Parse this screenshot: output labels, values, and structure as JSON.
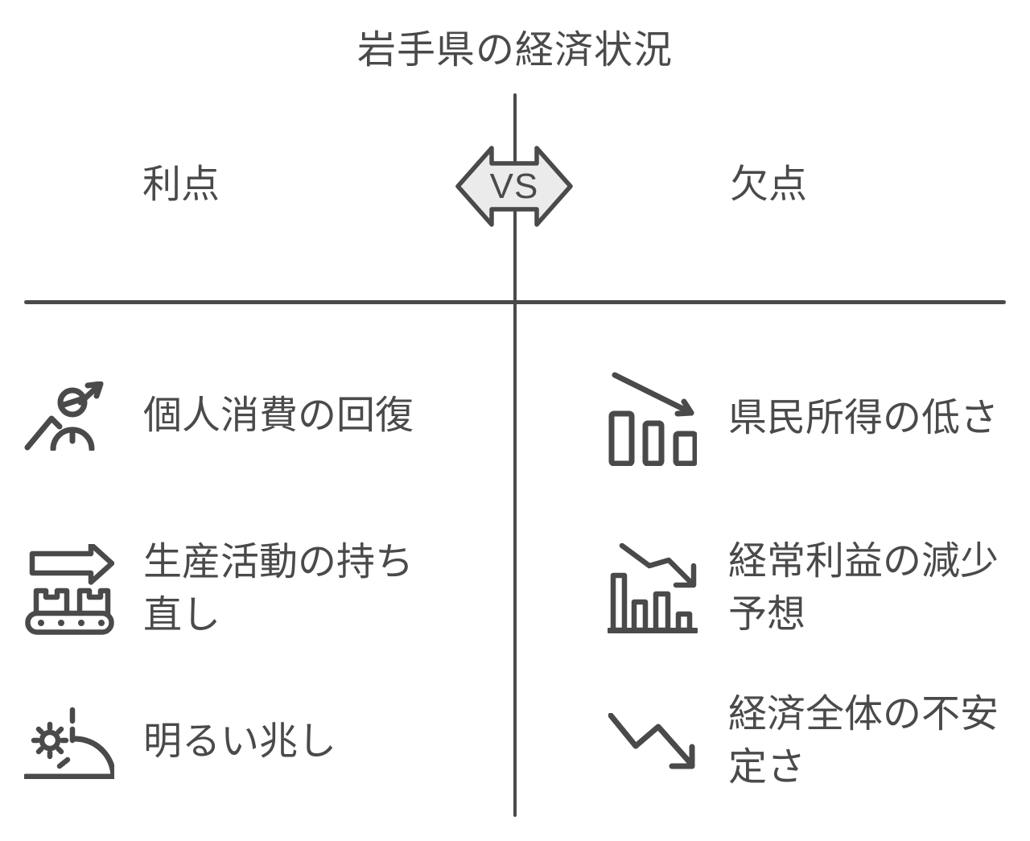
{
  "title": "岩手県の経済状況",
  "vs_label": "VS",
  "columns": {
    "left": {
      "header": "利点",
      "items": [
        {
          "label": "個人消費の回復",
          "icon": "person-growth-icon"
        },
        {
          "label": "生産活動の持ち直し",
          "icon": "conveyor-belt-icon"
        },
        {
          "label": "明るい兆し",
          "icon": "sunrise-icon"
        }
      ]
    },
    "right": {
      "header": "欠点",
      "items": [
        {
          "label": "県民所得の低さ",
          "icon": "declining-bar-chart-icon"
        },
        {
          "label": "経常利益の減少予想",
          "icon": "declining-profit-chart-icon"
        },
        {
          "label": "経済全体の不安定さ",
          "icon": "downward-zigzag-arrow-icon"
        }
      ]
    }
  },
  "colors": {
    "ink": "#4a4a4a",
    "badge_fill": "#ebebeb",
    "background": "#ffffff"
  }
}
